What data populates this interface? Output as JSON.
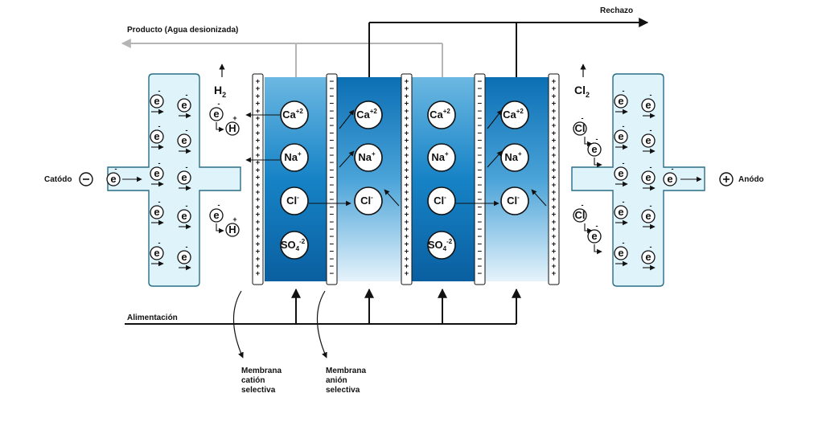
{
  "labels": {
    "product": "Producto (Agua desionizada)",
    "reject": "Rechazo",
    "feed": "Alimentación",
    "cathode": "Catódo",
    "anode": "Anódo",
    "cation_membrane": [
      "Membrana",
      "catión",
      "selectiva"
    ],
    "anion_membrane": [
      "Membrana",
      "anión",
      "selectiva"
    ]
  },
  "gases": {
    "hydrogen": "H",
    "hydrogen_sub": "2",
    "chlorine": "Cl",
    "chlorine_sub": "2"
  },
  "particles": {
    "electron": "e",
    "electron_charge": "-",
    "proton": "H",
    "proton_charge": "+",
    "chloride": "Cl",
    "chloride_charge": "-"
  },
  "ions": [
    {
      "symbol": "Ca",
      "charge": "+2"
    },
    {
      "symbol": "Na",
      "charge": "+"
    },
    {
      "symbol": "Cl",
      "charge": "-"
    },
    {
      "symbol": "SO",
      "sub": "4",
      "charge": "-2"
    }
  ],
  "membrane_signs": {
    "cation": "+",
    "anion": "−"
  },
  "colors": {
    "electrode_fill": "#dff3fb",
    "electrode_stroke": "#2a6d86",
    "dark_blue": "#0a6fb3",
    "light_blue": "#cfe8f6",
    "product_line": "#b5b5b5"
  }
}
